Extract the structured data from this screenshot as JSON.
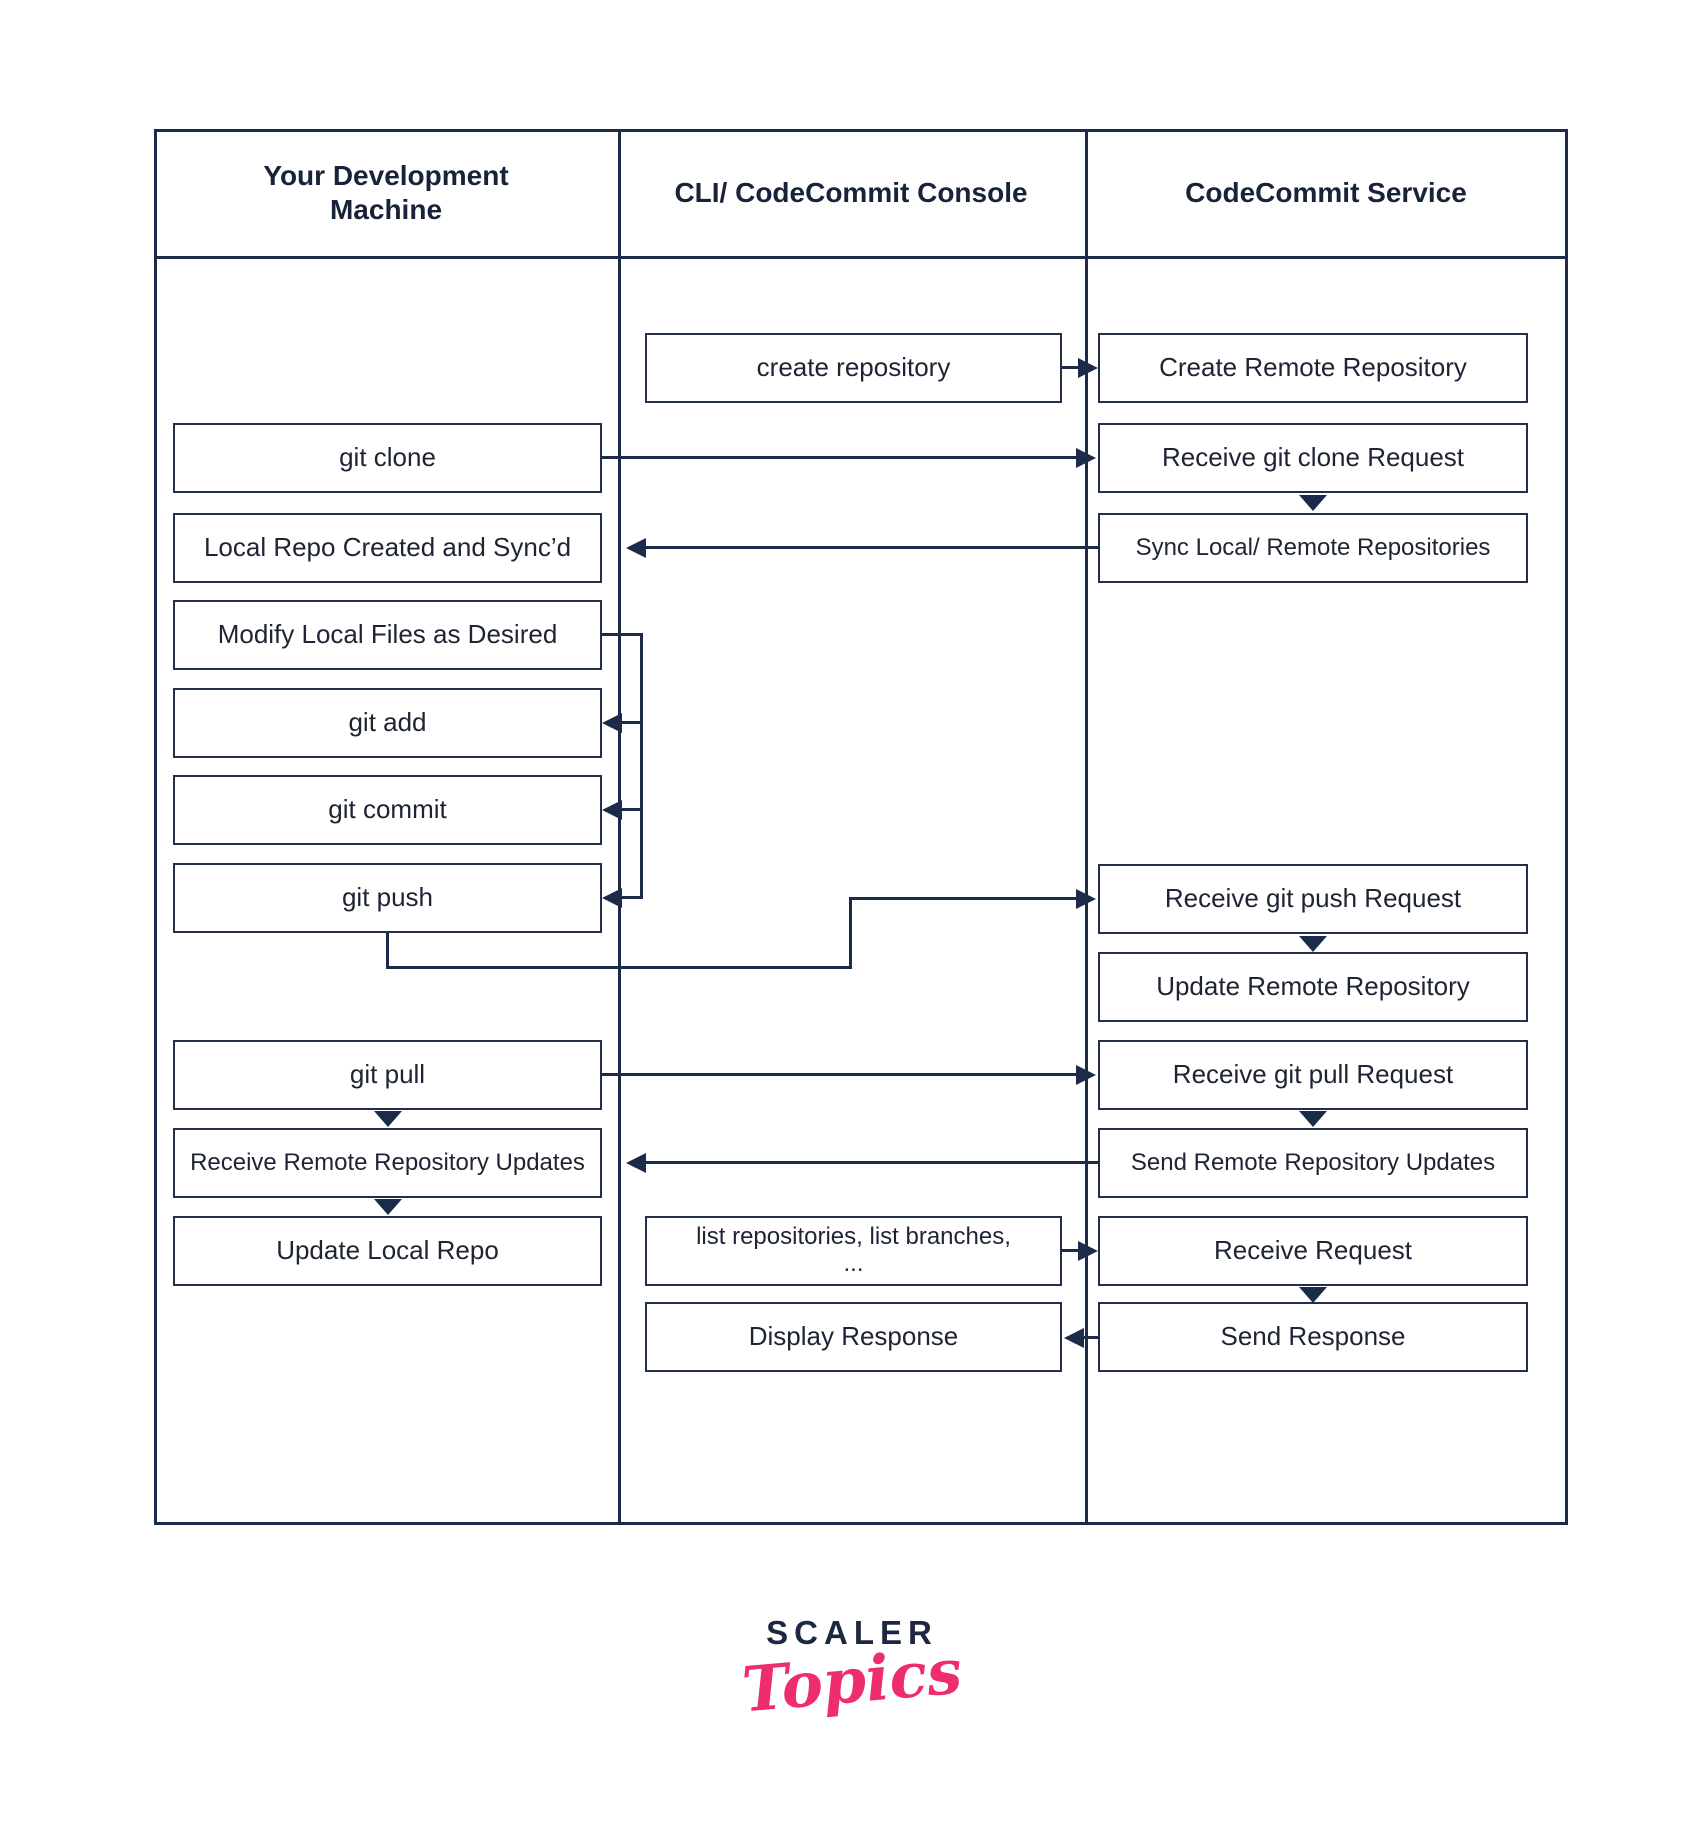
{
  "table": {
    "columns": {
      "dev": {
        "header": "Your Development Machine",
        "boxes": {
          "git_clone": "git clone",
          "local_repo_synced": "Local Repo Created and Sync’d",
          "modify_files": "Modify Local Files as Desired",
          "git_add": "git add",
          "git_commit": "git commit",
          "git_push": "git push",
          "git_pull": "git pull",
          "receive_remote_updates": "Receive Remote Repository Updates",
          "update_local_repo": "Update Local Repo"
        }
      },
      "console": {
        "header": "CLI/ CodeCommit Console",
        "boxes": {
          "create_repository": "create repository",
          "list_commands_line1": "list repositories, list branches,",
          "list_commands_line2": "...",
          "display_response": "Display Response"
        }
      },
      "service": {
        "header": "CodeCommit Service",
        "boxes": {
          "create_remote_repository": "Create Remote Repository",
          "receive_git_clone_request": "Receive git clone Request",
          "sync_repositories": "Sync Local/ Remote Repositories",
          "receive_git_push_request": "Receive git push Request",
          "update_remote_repository": "Update Remote Repository",
          "receive_git_pull_request": "Receive git pull Request",
          "send_remote_updates": "Send Remote Repository Updates",
          "receive_request": "Receive Request",
          "send_response": "Send Response"
        }
      }
    }
  },
  "logo": {
    "brand": "SCALER",
    "sub": "Topics"
  },
  "colors": {
    "line": "#1c2b4a",
    "text": "#1e2433",
    "logo_navy": "#1d2742",
    "logo_pink": "#ee2d6e"
  }
}
